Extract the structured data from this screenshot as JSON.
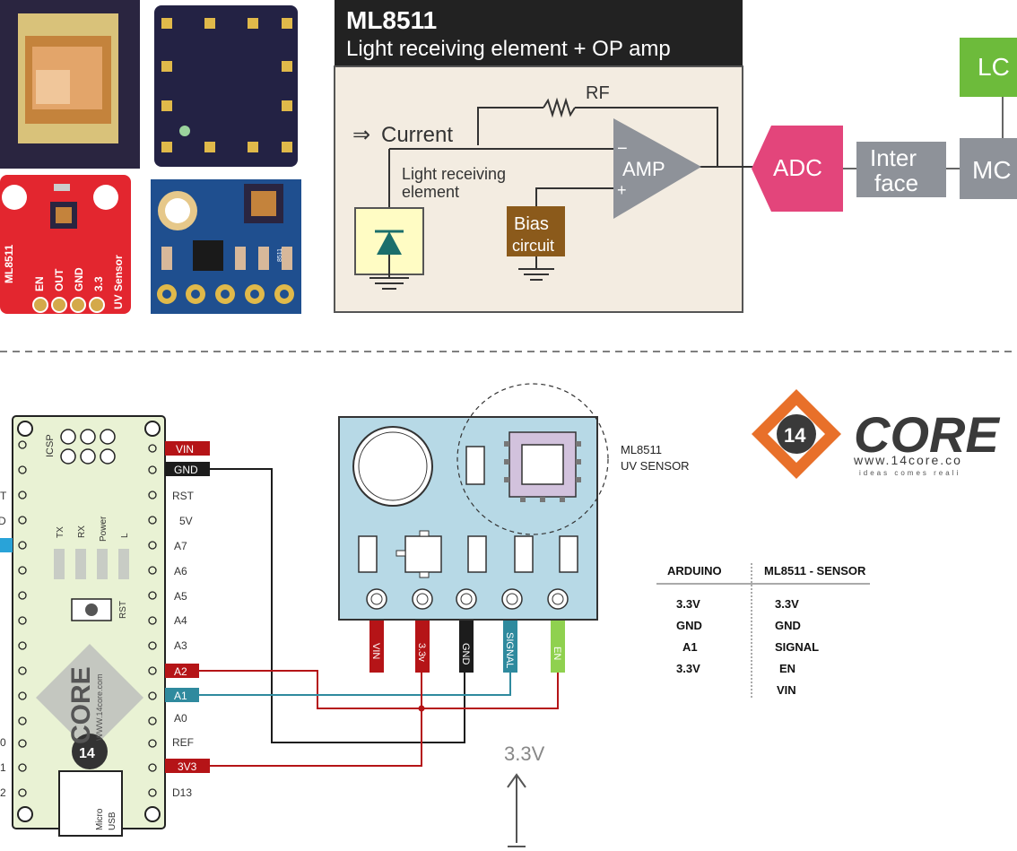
{
  "block_diagram": {
    "title": "ML8511",
    "subtitle": "Light receiving element + OP amp",
    "rf_label": "RF",
    "current_label": "Current",
    "light_label_1": "Light receiving",
    "light_label_2": "element",
    "amp_label": "AMP",
    "minus_sign": "−",
    "plus_sign": "+",
    "bias_label_1": "Bias",
    "bias_label_2": "circuit",
    "adc_label": "ADC",
    "interface_1": "Inter",
    "interface_2": "face",
    "mcu_label": "MC",
    "lcd_label": "LC"
  },
  "sensor_photos": {
    "red_board_labels": [
      "ML8511",
      "EN",
      "OUT",
      "GND",
      "3.3",
      "UV Sensor"
    ],
    "blue_board_mark": "8511"
  },
  "arduino": {
    "icsp": "ICSP",
    "leds": [
      "TX",
      "RX",
      "Power",
      "L"
    ],
    "reset_label": "RST",
    "usb_label_1": "Micro",
    "usb_label_2": "USB",
    "logo_text": "CORE",
    "logo_num": "14",
    "logo_url": "WWW.14core.com",
    "left_partial": [
      "T",
      "D",
      "0",
      "1",
      "2"
    ],
    "right_pins": [
      "VIN",
      "GND",
      "RST",
      "5V",
      "A7",
      "A6",
      "A5",
      "A4",
      "A3",
      "A2",
      "A1",
      "A0",
      "REF",
      "3V3",
      "D13"
    ]
  },
  "sensor": {
    "label_1": "ML8511",
    "label_2": "UV SENSOR",
    "pins": [
      "VIN",
      "3.3v",
      "GND",
      "SIGNAL",
      "EN"
    ]
  },
  "logo": {
    "num": "14",
    "text": "CORE",
    "url": "www.14core.co",
    "tagline": "ideas comes reali"
  },
  "table": {
    "headers": [
      "ARDUINO",
      "ML8511 - SENSOR"
    ],
    "rows": [
      [
        "3.3V",
        "3.3V"
      ],
      [
        "GND",
        "GND"
      ],
      [
        "A1",
        "SIGNAL"
      ],
      [
        "3.3V",
        "EN"
      ],
      [
        "",
        "VIN"
      ]
    ]
  },
  "power_label": "3.3V",
  "colors": {
    "vin": "#b51417",
    "gnd": "#1c1c1c",
    "a1": "#2f8a9e",
    "en": "#8fd14f",
    "adc": "#e3457b",
    "lcd": "#6dbb3b",
    "board_green": "#e9f2d4",
    "sensor_blue": "#b7d9e6"
  }
}
